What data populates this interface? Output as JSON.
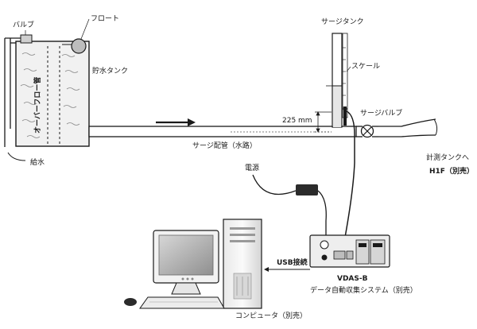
{
  "labels": {
    "valve": "バルブ",
    "float": "フロート",
    "storage_tank": "貯水タンク",
    "overflow_pipe": "オーバーフロー管",
    "water_supply": "給水",
    "surge_pipe": "サージ配管（水路）",
    "surge_tank": "サージタンク",
    "scale": "スケール",
    "height_dimension": "225 mm",
    "surge_valve": "サージバルブ",
    "to_measure_tank": "計測タンクへ",
    "h1f": "H1F（別売）",
    "power": "電源",
    "usb": "USB接続",
    "vdas_name": "VDAS-B",
    "vdas_desc": "データ自動収集システム（別売）",
    "computer": "コンピュータ（別売）"
  },
  "colors": {
    "line": "#1a1a1a",
    "water_fill": "#f1f1f1",
    "tube_water": "#e6e6e6",
    "device_panel": "#eeeeee",
    "monitor_screen": "#ababab",
    "case_fill": "#f4f4f4"
  }
}
